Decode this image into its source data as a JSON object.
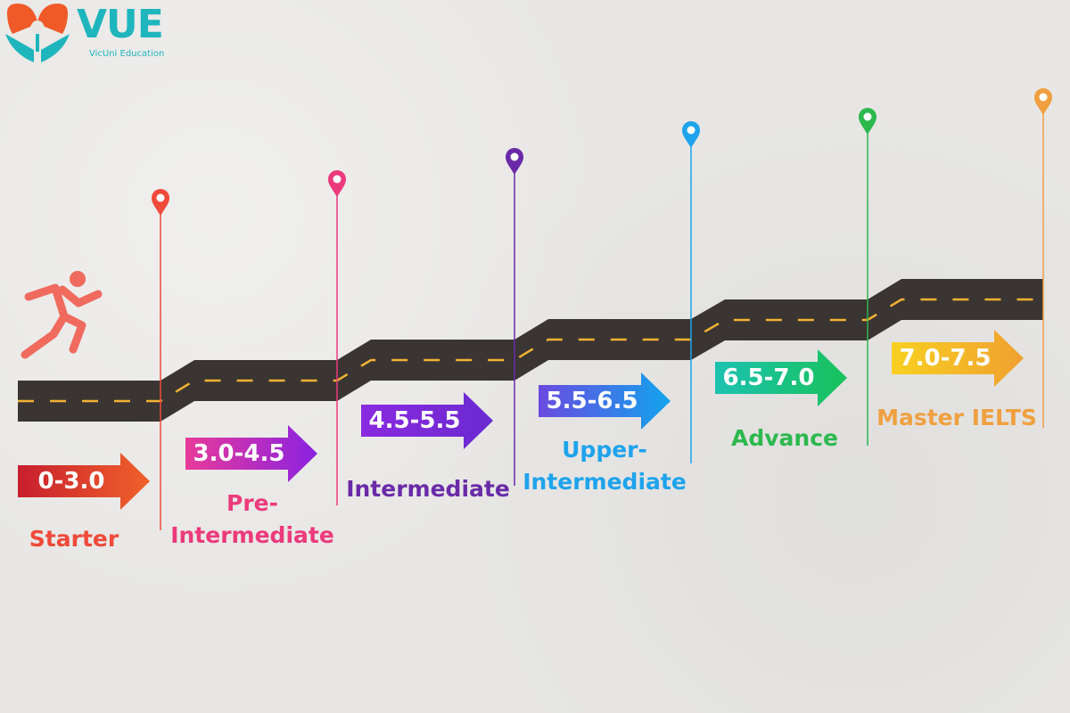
{
  "brand": {
    "name": "VUE",
    "tagline": "VicUni Education",
    "colors": {
      "teal": "#1fb5bd",
      "orange": "#f05a28"
    }
  },
  "road": {
    "color": "#3a3532",
    "dash_color": "#f2b233"
  },
  "runner_icon": {
    "color": "#f06a5e"
  },
  "stages": [
    {
      "range": "0-3.0",
      "label_lines": [
        "Starter"
      ],
      "color": "#f04a3a",
      "arrow_from": "#c81e2e",
      "arrow_to": "#f0622a"
    },
    {
      "range": "3.0-4.5",
      "label_lines": [
        "Pre-",
        "Intermediate"
      ],
      "color": "#ec3a7c",
      "arrow_from": "#e83a9a",
      "arrow_to": "#8a22e0"
    },
    {
      "range": "4.5-5.5",
      "label_lines": [
        "Intermediate"
      ],
      "color": "#6a2aa8",
      "arrow_from": "#8a2ae0",
      "arrow_to": "#6a2ad0"
    },
    {
      "range": "5.5-6.5",
      "label_lines": [
        "Upper-",
        "Intermediate"
      ],
      "color": "#1ea3ec",
      "arrow_from": "#6a4ae0",
      "arrow_to": "#12a4ee"
    },
    {
      "range": "6.5-7.0",
      "label_lines": [
        "Advance"
      ],
      "color": "#2db84e",
      "arrow_from": "#1cc2b0",
      "arrow_to": "#18c25a"
    },
    {
      "range": "7.0-7.5",
      "label_lines": [
        "Master IELTS"
      ],
      "color": "#f0a040",
      "arrow_from": "#f8d020",
      "arrow_to": "#f0a030"
    }
  ]
}
